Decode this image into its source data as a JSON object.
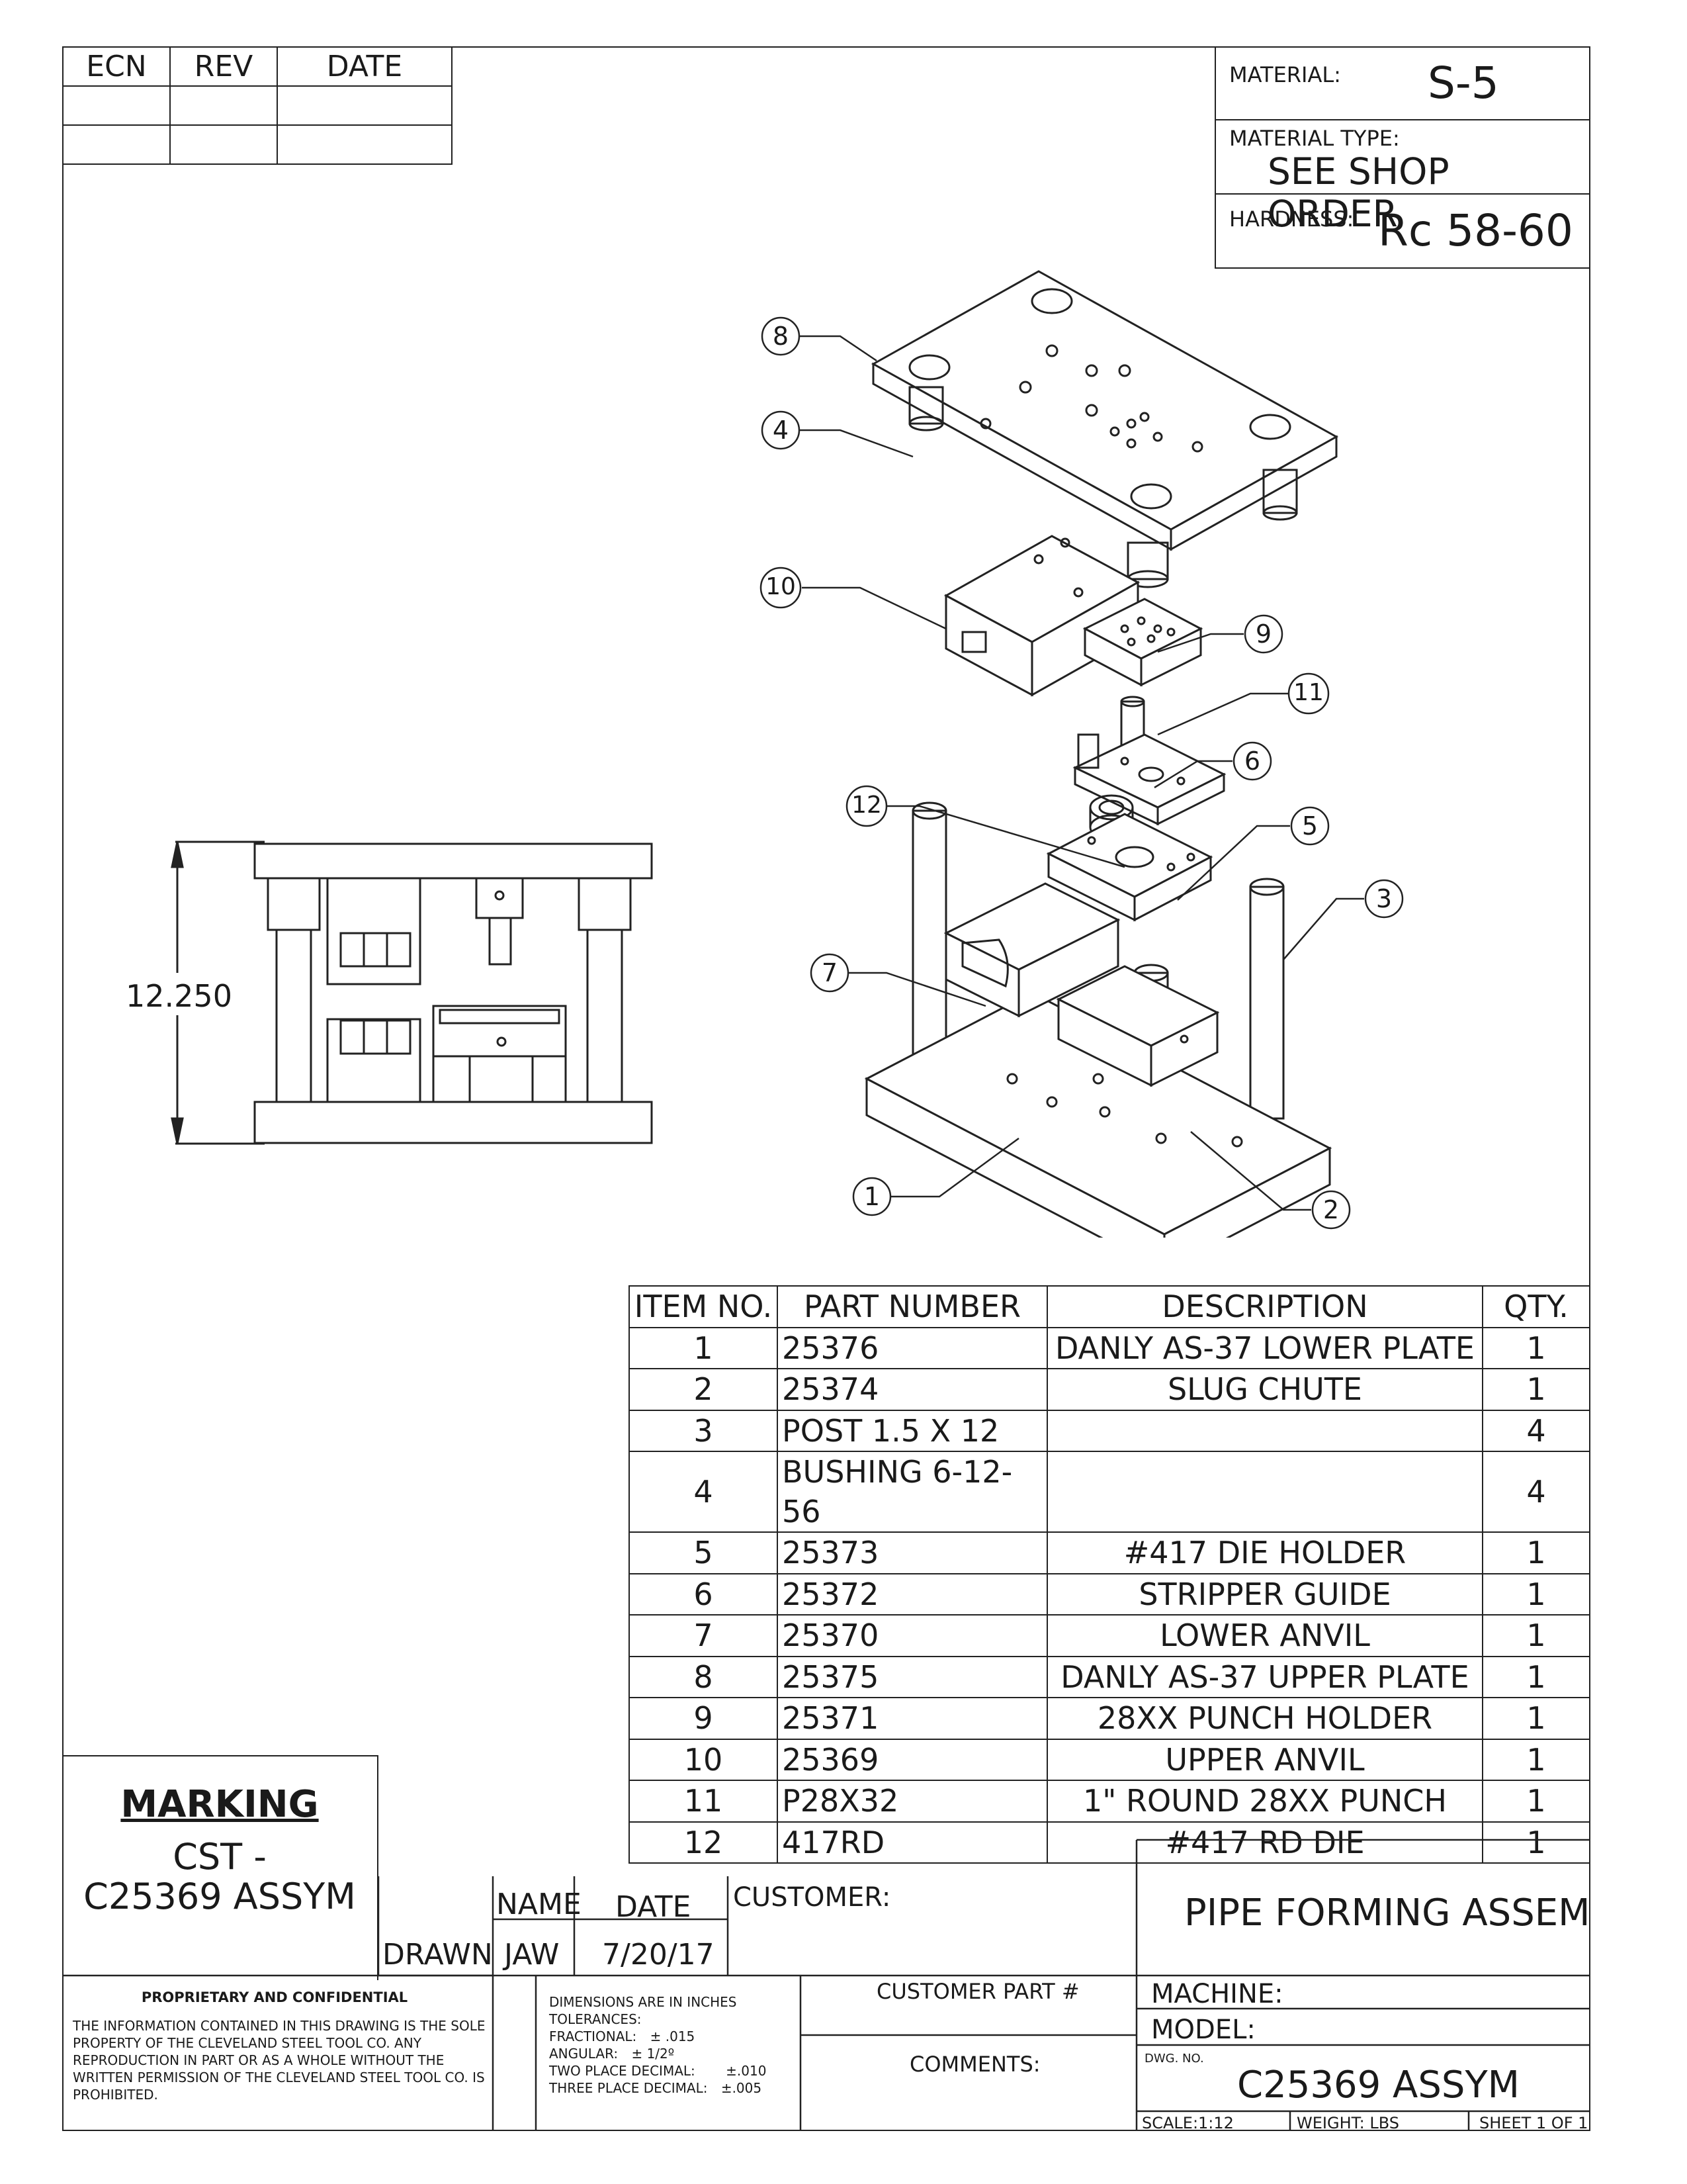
{
  "revision_block": {
    "headers": [
      "ECN",
      "REV",
      "DATE"
    ]
  },
  "material_block": {
    "material_label": "MATERIAL:",
    "material_value": "S-5",
    "material_type_label": "MATERIAL TYPE:",
    "material_type_value": "SEE SHOP ORDER",
    "hardness_label": "HARDNESS:",
    "hardness_value": "Rc 58-60"
  },
  "side_view": {
    "dimension": "12.250"
  },
  "balloons": [
    "1",
    "2",
    "3",
    "4",
    "5",
    "6",
    "7",
    "8",
    "9",
    "10",
    "11",
    "12"
  ],
  "bom": {
    "headers": [
      "ITEM NO.",
      "PART NUMBER",
      "DESCRIPTION",
      "QTY."
    ],
    "rows": [
      {
        "item": "1",
        "part": "25376",
        "desc": "DANLY AS-37 LOWER PLATE",
        "qty": "1"
      },
      {
        "item": "2",
        "part": "25374",
        "desc": "SLUG CHUTE",
        "qty": "1"
      },
      {
        "item": "3",
        "part": "POST 1.5 X 12",
        "desc": "",
        "qty": "4"
      },
      {
        "item": "4",
        "part": "BUSHING 6-12-56",
        "desc": "",
        "qty": "4"
      },
      {
        "item": "5",
        "part": "25373",
        "desc": "#417 DIE HOLDER",
        "qty": "1"
      },
      {
        "item": "6",
        "part": "25372",
        "desc": "STRIPPER GUIDE",
        "qty": "1"
      },
      {
        "item": "7",
        "part": "25370",
        "desc": "LOWER ANVIL",
        "qty": "1"
      },
      {
        "item": "8",
        "part": "25375",
        "desc": "DANLY AS-37 UPPER PLATE",
        "qty": "1"
      },
      {
        "item": "9",
        "part": "25371",
        "desc": "28XX PUNCH HOLDER",
        "qty": "1"
      },
      {
        "item": "10",
        "part": "25369",
        "desc": "UPPER ANVIL",
        "qty": "1"
      },
      {
        "item": "11",
        "part": "P28X32",
        "desc": "1\" ROUND 28XX PUNCH",
        "qty": "1"
      },
      {
        "item": "12",
        "part": "417RD",
        "desc": "#417 RD DIE",
        "qty": "1"
      }
    ]
  },
  "marking": {
    "heading": "MARKING",
    "line1": "CST -",
    "line2": "C25369 ASSYM"
  },
  "drawn": {
    "name_header": "NAME",
    "date_header": "DATE",
    "row_label": "DRAWN",
    "name": "JAW",
    "date": "7/20/17"
  },
  "customer_label": "CUSTOMER:",
  "customer_part_label": "CUSTOMER PART #",
  "comments_label": "COMMENTS:",
  "title": "PIPE FORMING ASSEM",
  "machine_label": "MACHINE:",
  "model_label": "MODEL:",
  "dwg_no_label": "DWG. NO.",
  "dwg_no": "C25369 ASSYM",
  "scale": "SCALE:1:12",
  "weight": "WEIGHT: LBS",
  "sheet": "SHEET 1 OF 1",
  "proprietary": {
    "heading": "PROPRIETARY AND CONFIDENTIAL",
    "lines": [
      "THE INFORMATION CONTAINED IN THIS DRAWING IS THE SOLE",
      "PROPERTY OF THE CLEVELAND STEEL TOOL CO.  ANY",
      "REPRODUCTION IN PART OR AS A WHOLE WITHOUT THE",
      "WRITTEN PERMISSION OF THE CLEVELAND STEEL TOOL CO. IS",
      "PROHIBITED."
    ]
  },
  "tolerances": {
    "line1": "DIMENSIONS ARE IN INCHES",
    "line2": "TOLERANCES:",
    "rows": [
      {
        "label": "FRACTIONAL:",
        "value": "± .015"
      },
      {
        "label": "ANGULAR:",
        "value": "± 1/2º"
      },
      {
        "label": "TWO PLACE DECIMAL:",
        "value": "±.010"
      },
      {
        "label": "THREE PLACE DECIMAL:",
        "value": "±.005"
      }
    ]
  }
}
